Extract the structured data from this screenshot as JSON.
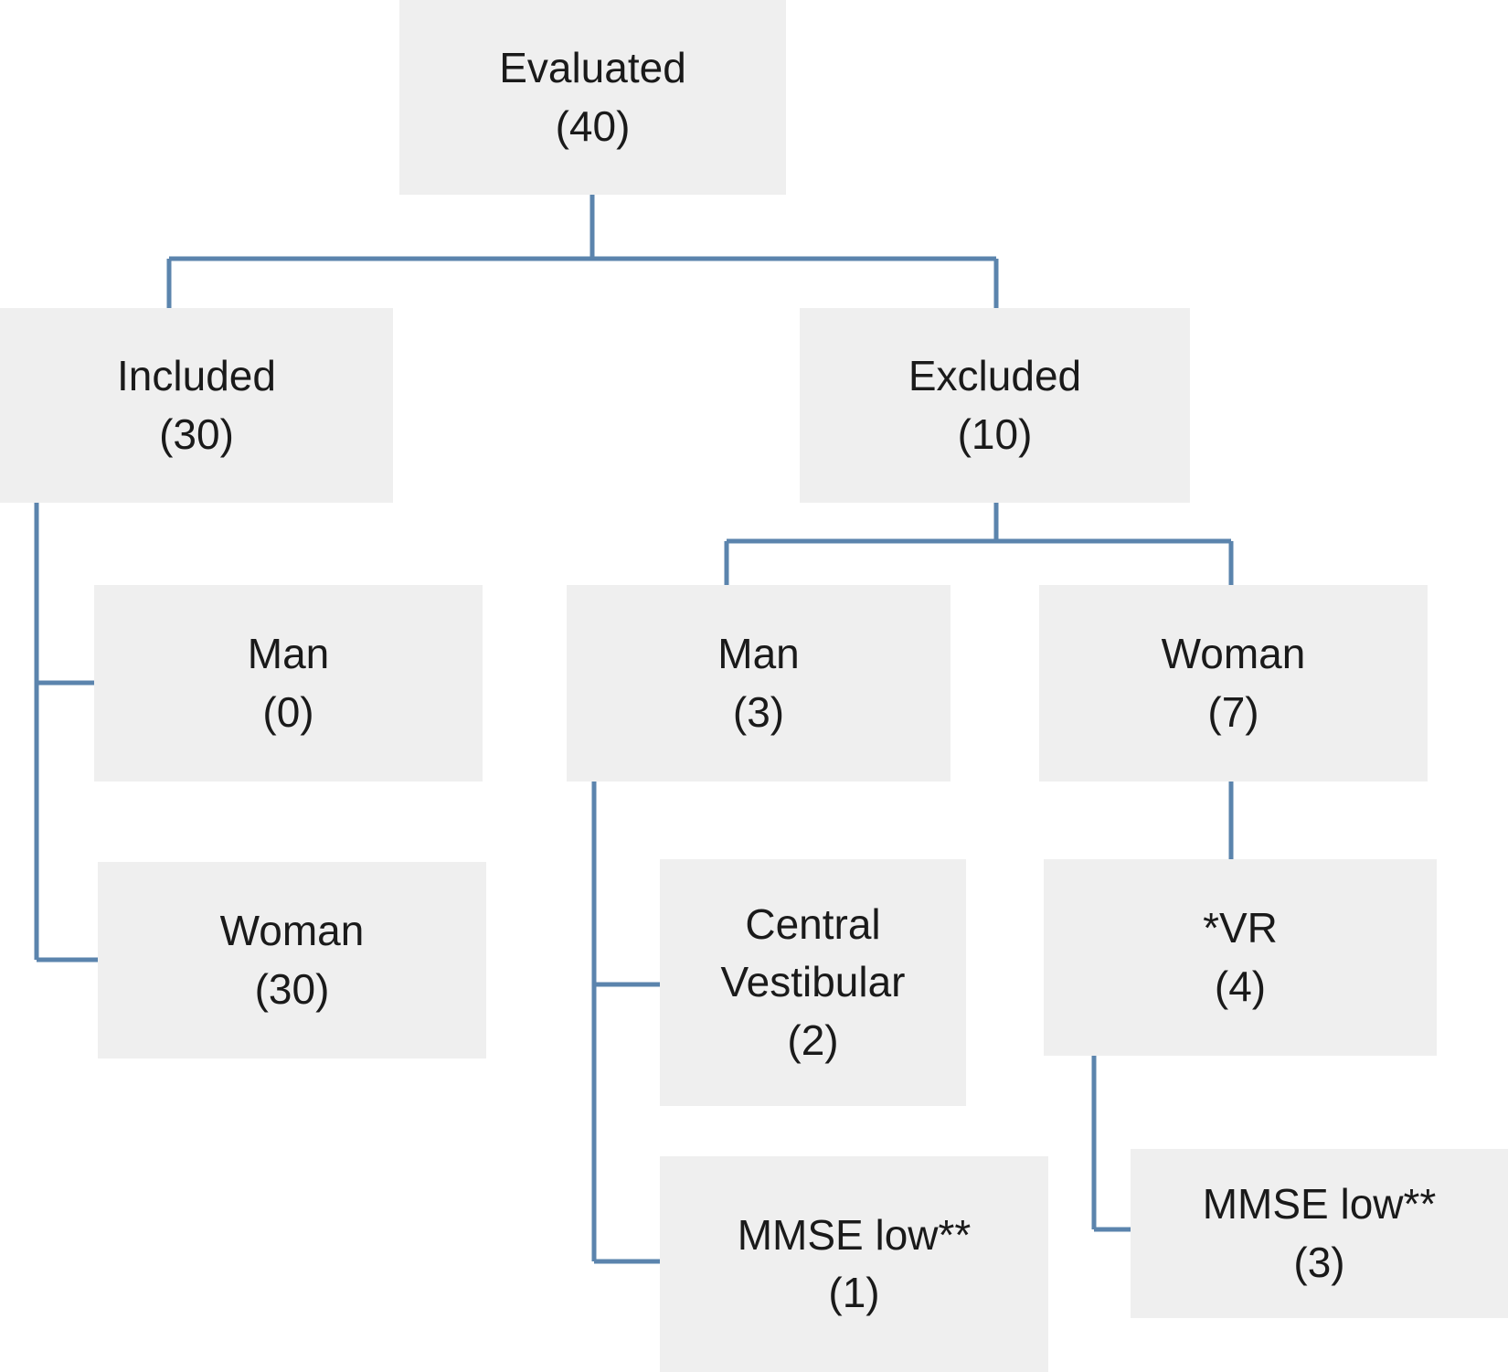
{
  "diagram": {
    "type": "flowchart",
    "nodes": [
      {
        "id": "evaluated",
        "label": "Evaluated",
        "count": "(40)"
      },
      {
        "id": "included",
        "label": "Included",
        "count": "(30)"
      },
      {
        "id": "excluded",
        "label": "Excluded",
        "count": "(10)"
      },
      {
        "id": "included-man",
        "label": "Man",
        "count": "(0)"
      },
      {
        "id": "included-woman",
        "label": "Woman",
        "count": "(30)"
      },
      {
        "id": "excluded-man",
        "label": "Man",
        "count": "(3)"
      },
      {
        "id": "excluded-woman",
        "label": "Woman",
        "count": "(7)"
      },
      {
        "id": "central-vestibular",
        "label": "Central Vestibular",
        "count": "(2)"
      },
      {
        "id": "mmse-low-man",
        "label": "MMSE low**",
        "count": "(1)"
      },
      {
        "id": "vr",
        "label": "*VR",
        "count": "(4)"
      },
      {
        "id": "mmse-low-woman",
        "label": "MMSE low**",
        "count": "(3)"
      }
    ],
    "edges": [
      {
        "from": "evaluated",
        "to": "included"
      },
      {
        "from": "evaluated",
        "to": "excluded"
      },
      {
        "from": "included",
        "to": "included-man"
      },
      {
        "from": "included",
        "to": "included-woman"
      },
      {
        "from": "excluded",
        "to": "excluded-man"
      },
      {
        "from": "excluded",
        "to": "excluded-woman"
      },
      {
        "from": "excluded-man",
        "to": "central-vestibular"
      },
      {
        "from": "excluded-man",
        "to": "mmse-low-man"
      },
      {
        "from": "excluded-woman",
        "to": "vr"
      },
      {
        "from": "vr",
        "to": "mmse-low-woman"
      }
    ],
    "colors": {
      "box_bg": "#efefef",
      "line": "#5b84ad",
      "text": "#1a1a1a"
    }
  }
}
